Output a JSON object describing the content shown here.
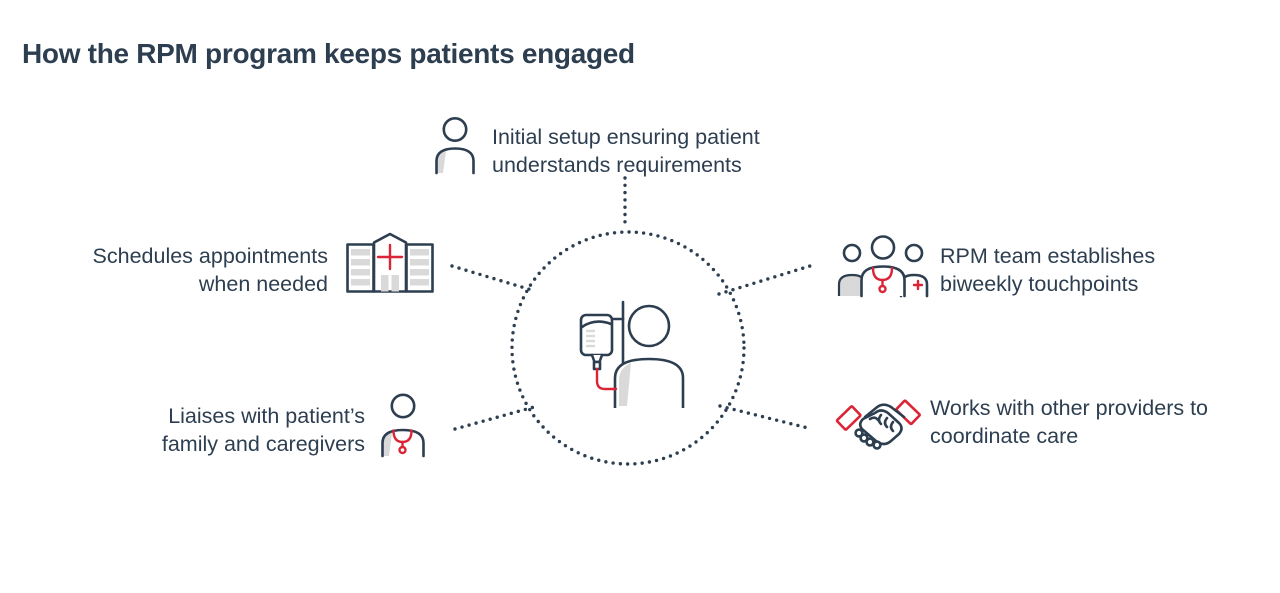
{
  "title": "How the RPM program keeps patients engaged",
  "colors": {
    "ink": "#2D3E50",
    "red": "#DB2536",
    "gray": "#D9D9D9",
    "background": "#FFFFFF"
  },
  "center": {
    "icon": "patient-with-iv-icon"
  },
  "items": [
    {
      "position": "top",
      "icon": "person-icon",
      "lines": [
        "Initial setup ensuring patient",
        "understands requirements"
      ]
    },
    {
      "position": "upper-left",
      "icon": "hospital-icon",
      "lines": [
        "Schedules appointments",
        "when needed"
      ]
    },
    {
      "position": "lower-left",
      "icon": "caregiver-liaison-icon",
      "lines": [
        "Liaises with patient’s",
        "family and caregivers"
      ]
    },
    {
      "position": "upper-right",
      "icon": "rpm-care-team-icon",
      "lines": [
        "RPM team establishes",
        "biweekly touchpoints"
      ]
    },
    {
      "position": "lower-right",
      "icon": "handshake-icon",
      "lines": [
        "Works with other providers to",
        "coordinate care"
      ]
    }
  ]
}
